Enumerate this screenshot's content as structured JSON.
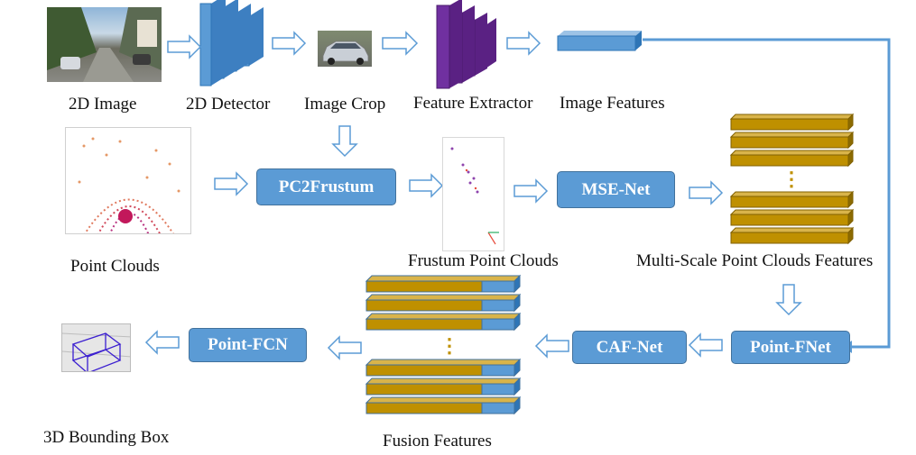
{
  "labels": {
    "image_2d": "2D Image",
    "detector_2d": "2D Detector",
    "image_crop": "Image Crop",
    "feature_extractor": "Feature Extractor",
    "image_features": "Image Features",
    "point_clouds": "Point Clouds",
    "frustum_point_clouds": "Frustum Point Clouds",
    "multi_scale_features": "Multi-Scale Point Clouds Features",
    "fusion_features": "Fusion Features",
    "bounding_box_3d": "3D Bounding Box"
  },
  "modules": {
    "pc2frustum": "PC2Frustum",
    "mse_net": "MSE-Net",
    "point_fnet": "Point-FNet",
    "caf_net": "CAF-Net",
    "point_fcn": "Point-FCN"
  },
  "ellipsis": "⋮",
  "colors": {
    "module_fill": "#5b9bd5",
    "module_border": "#41719c",
    "arrow": "#5b9bd5",
    "feature_bar": "#bf9000",
    "feature_blue": "#5b9bd5",
    "detector": "#5b9bd5",
    "extractor": "#7030a0"
  }
}
